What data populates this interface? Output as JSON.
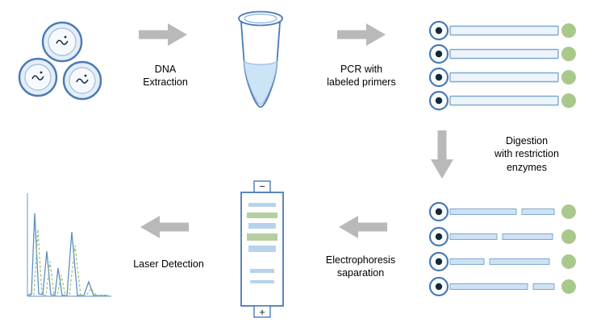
{
  "steps": {
    "dna_extraction": {
      "line1": "DNA",
      "line2": "Extraction"
    },
    "pcr": {
      "line1": "PCR with",
      "line2": "labeled primers"
    },
    "digestion": {
      "line1": "Digestion",
      "line2": "with restriction",
      "line3": "enzymes"
    },
    "electrophoresis": {
      "line1": "Electrophoresis",
      "line2": "saparation"
    },
    "laser_detection": {
      "label": "Laser Detection"
    }
  },
  "gel": {
    "top_electrode": "−",
    "bottom_electrode": "+"
  },
  "colors": {
    "outline_blue": "#4a7ab5",
    "light_blue_fill": "#cfe2f4",
    "green": "#a9c98c",
    "arrow_gray": "#b9b9b9",
    "dark_center": "#10293f"
  }
}
